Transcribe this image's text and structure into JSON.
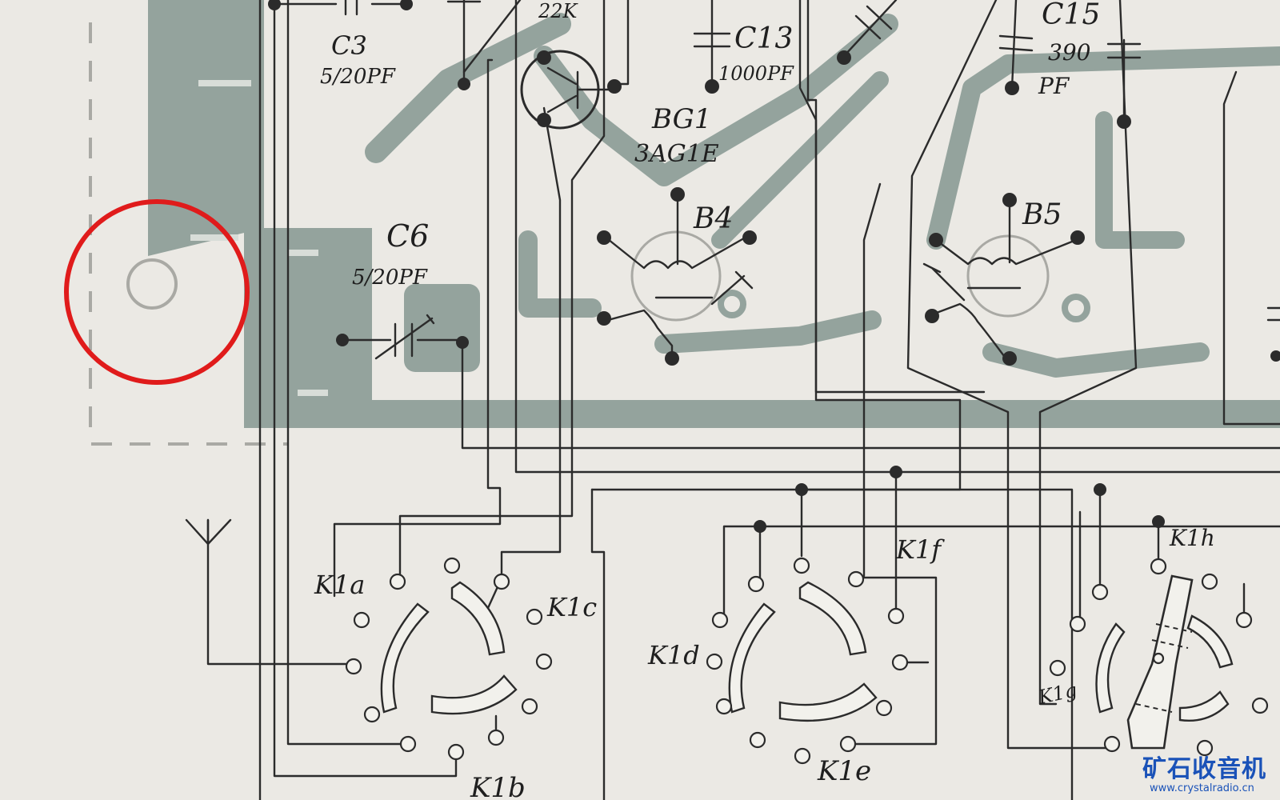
{
  "labels": {
    "c3": "C3",
    "c3_value": "5/20PF",
    "r_value": "22K",
    "c13": "C13",
    "c13_value": "1000PF",
    "c15": "C15",
    "c15_value_1": "390",
    "c15_value_2": "PF",
    "bg1": "BG1",
    "bg1_type": "3AG1E",
    "b4": "B4",
    "b5": "B5",
    "c6": "C6",
    "c6_value": "5/20PF",
    "k1a": "K1a",
    "k1b": "K1b",
    "k1c": "K1c",
    "k1d": "K1d",
    "k1e": "K1e",
    "k1f": "K1f",
    "k1g": "K1g",
    "k1h": "K1h"
  },
  "watermark": {
    "title": "矿石收音机",
    "url": "www.crystalradio.cn"
  },
  "colors": {
    "paper": "#ebe9e4",
    "pcb_trace": "#94a39d",
    "ink": "#2b2b2b",
    "highlight_circle": "#e01b1b",
    "watermark": "#1a52b8"
  }
}
